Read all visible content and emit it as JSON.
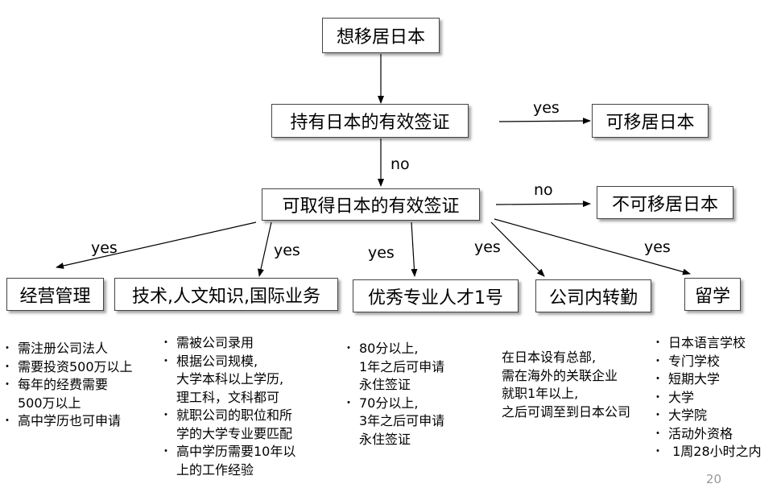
{
  "nodes": {
    "start": "想移居日本",
    "has_visa": "持有日本的有效签证",
    "can_move": "可移居日本",
    "can_get_visa": "可取得日本的有效签证",
    "cannot_move": "不可移居日本",
    "business": "经营管理",
    "tech": "技术,人文知识,国际业务",
    "talent": "优秀专业人才1号",
    "transfer": "公司内转勤",
    "study": "留学"
  },
  "edges": {
    "yes": "yes",
    "no": "no"
  },
  "details": {
    "business": [
      "需注册公司法人",
      "需要投资500万以上",
      "每年的经费需要",
      "500万以上",
      "高中学历也可申请"
    ],
    "tech": [
      "需被公司录用",
      "根据公司规模,",
      "大学本科以上学历,",
      "理工科，文科都可",
      "就职公司的职位和所",
      "学的大学专业要匹配",
      "高中学历需要10年以",
      "上的工作经验"
    ],
    "talent": [
      "80分以上,",
      "1年之后可申请",
      "永住签证",
      "70分以上,",
      "3年之后可申请",
      "永住签证"
    ],
    "transfer": [
      "在日本设有总部,",
      "需在海外的关联企业",
      "就职1年以上,",
      "之后可调至到日本公司"
    ],
    "study": [
      "日本语言学校",
      "专门学校",
      "短期大学",
      "大学",
      "大学院",
      "活动外资格",
      " 1周28小时之内"
    ]
  },
  "page_number": "20"
}
